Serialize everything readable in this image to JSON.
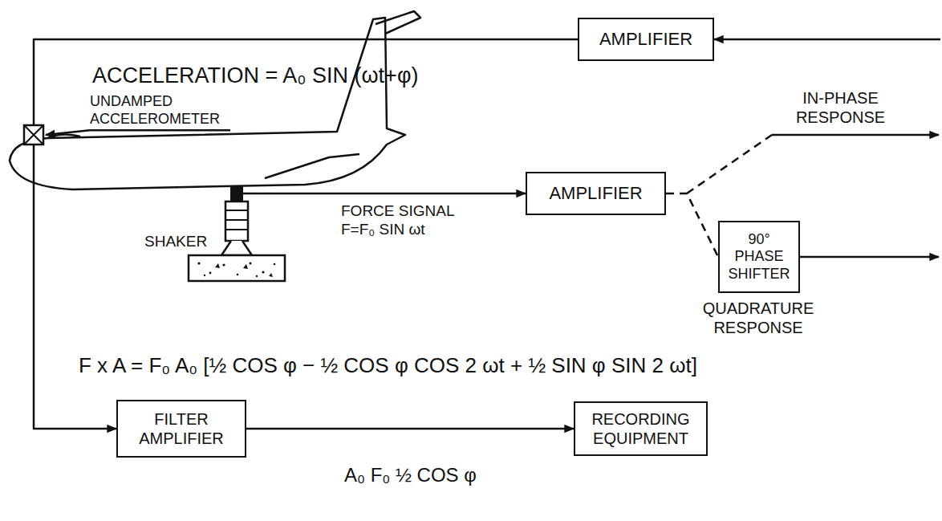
{
  "diagram": {
    "nodes": [
      {
        "text": [
          "AMPLIFIER"
        ]
      },
      {
        "text": [
          "AMPLIFIER"
        ]
      },
      {
        "text": [
          "90° PHASE SHIFTER"
        ]
      },
      {
        "text": [
          "FILTER AMPLIFIER"
        ]
      },
      {
        "text": [
          "RECORDING EQUIPMENT"
        ]
      }
    ],
    "edges": [
      {
        "from": 0,
        "to": 3,
        "arrow": "to"
      },
      {
        "from": 1,
        "to": 2,
        "arrow": "none"
      },
      {
        "from": 3,
        "to": 4,
        "arrow": "to",
        "label": "A₀ F₀ ½ COS φ"
      }
    ],
    "labels": [
      "ACCELERATION = A₀ SIN (ωt+φ)",
      "UNDAMPED ACCELEROMETER",
      "IN-PHASE RESPONSE",
      "FORCE SIGNAL F=F₀ SIN ωt",
      "SHAKER",
      "QUADRATURE RESPONSE",
      "F x A = F₀ A₀ [½ COS φ − ½ COS φ COS 2 ωt + ½ SIN φ SIN 2 ωt]"
    ]
  }
}
